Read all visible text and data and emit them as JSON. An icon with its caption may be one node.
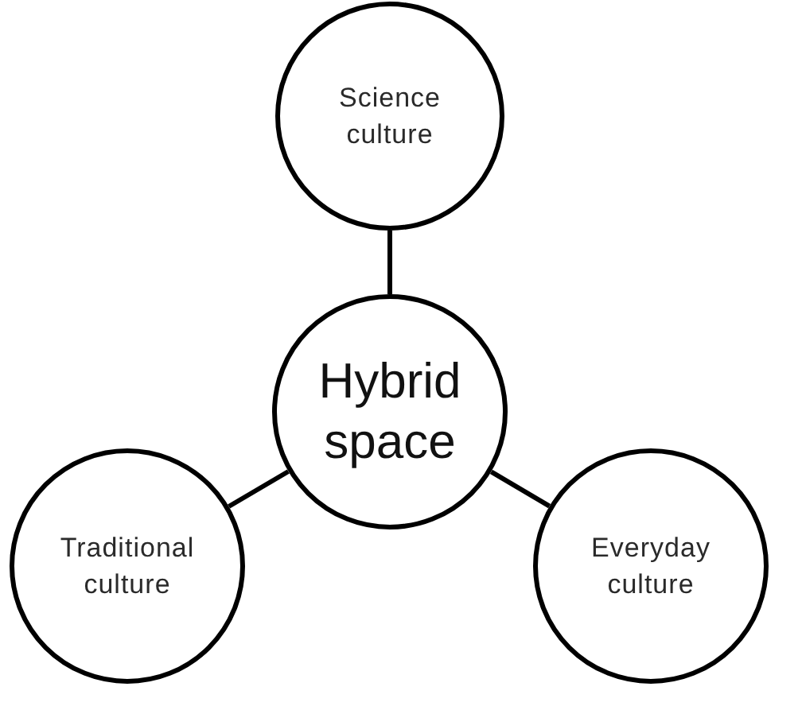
{
  "diagram": {
    "nodes": [
      {
        "text": [
          "Science culture"
        ]
      },
      {
        "text": [
          "Hybrid space"
        ]
      },
      {
        "text": [
          "Traditional culture"
        ]
      },
      {
        "text": [
          "Everyday culture"
        ]
      }
    ],
    "edges": [
      {
        "from": 0,
        "to": 1,
        "arrow": "none"
      },
      {
        "from": 1,
        "to": 2,
        "arrow": "none"
      },
      {
        "from": 1,
        "to": 3,
        "arrow": "none"
      }
    ]
  }
}
